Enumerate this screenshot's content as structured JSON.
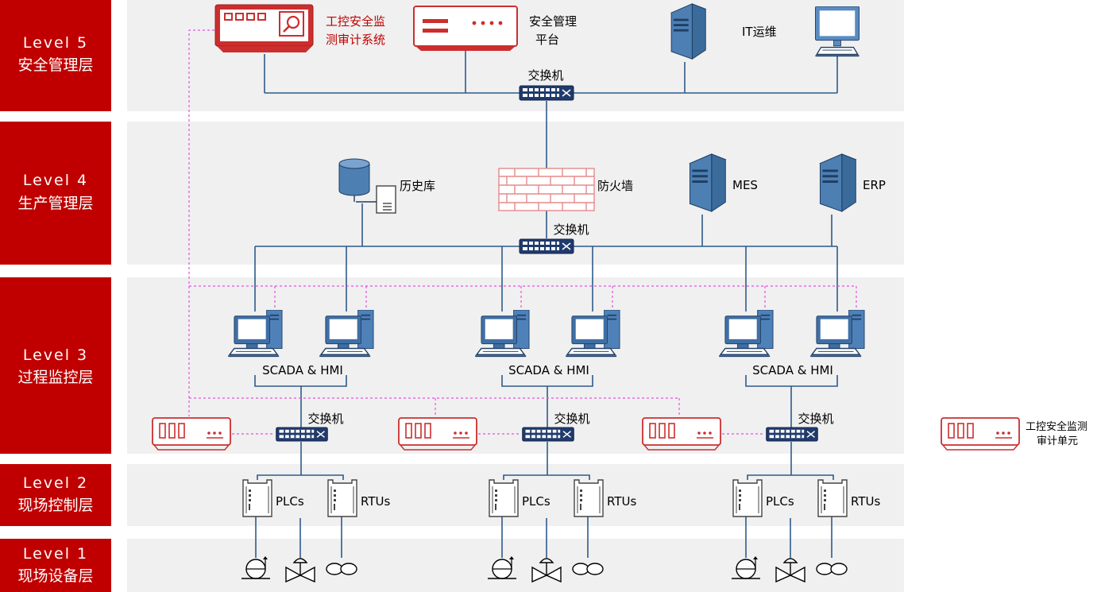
{
  "levels": [
    {
      "id": "5",
      "line1": "Level 5",
      "line2": "安全管理层"
    },
    {
      "id": "4",
      "line1": "Level 4",
      "line2": "生产管理层"
    },
    {
      "id": "3",
      "line1": "Level 3",
      "line2": "过程监控层"
    },
    {
      "id": "2",
      "line1": "Level 2",
      "line2": "现场控制层"
    },
    {
      "id": "1",
      "line1": "Level 1",
      "line2": "现场设备层"
    }
  ],
  "nodes": {
    "audit_system": {
      "line1": "工控安全监",
      "line2": "测审计系统"
    },
    "security_platform": {
      "line1": "安全管理",
      "line2": "平台"
    },
    "it_ops": "IT运维",
    "switch": "交换机",
    "history_db": "历史库",
    "firewall": "防火墙",
    "mes": "MES",
    "erp": "ERP",
    "scada_hmi": "SCADA & HMI",
    "plcs": "PLCs",
    "rtus": "RTUs"
  },
  "legend": {
    "line1": "工控安全监测",
    "line2": "审计单元"
  },
  "colors": {
    "level_red": "#c00000",
    "band_gray": "#f0f0f0",
    "link_blue": "#2e5a8c",
    "mirror_magenta": "#e64fe0",
    "device_red": "#cc2e2e"
  }
}
